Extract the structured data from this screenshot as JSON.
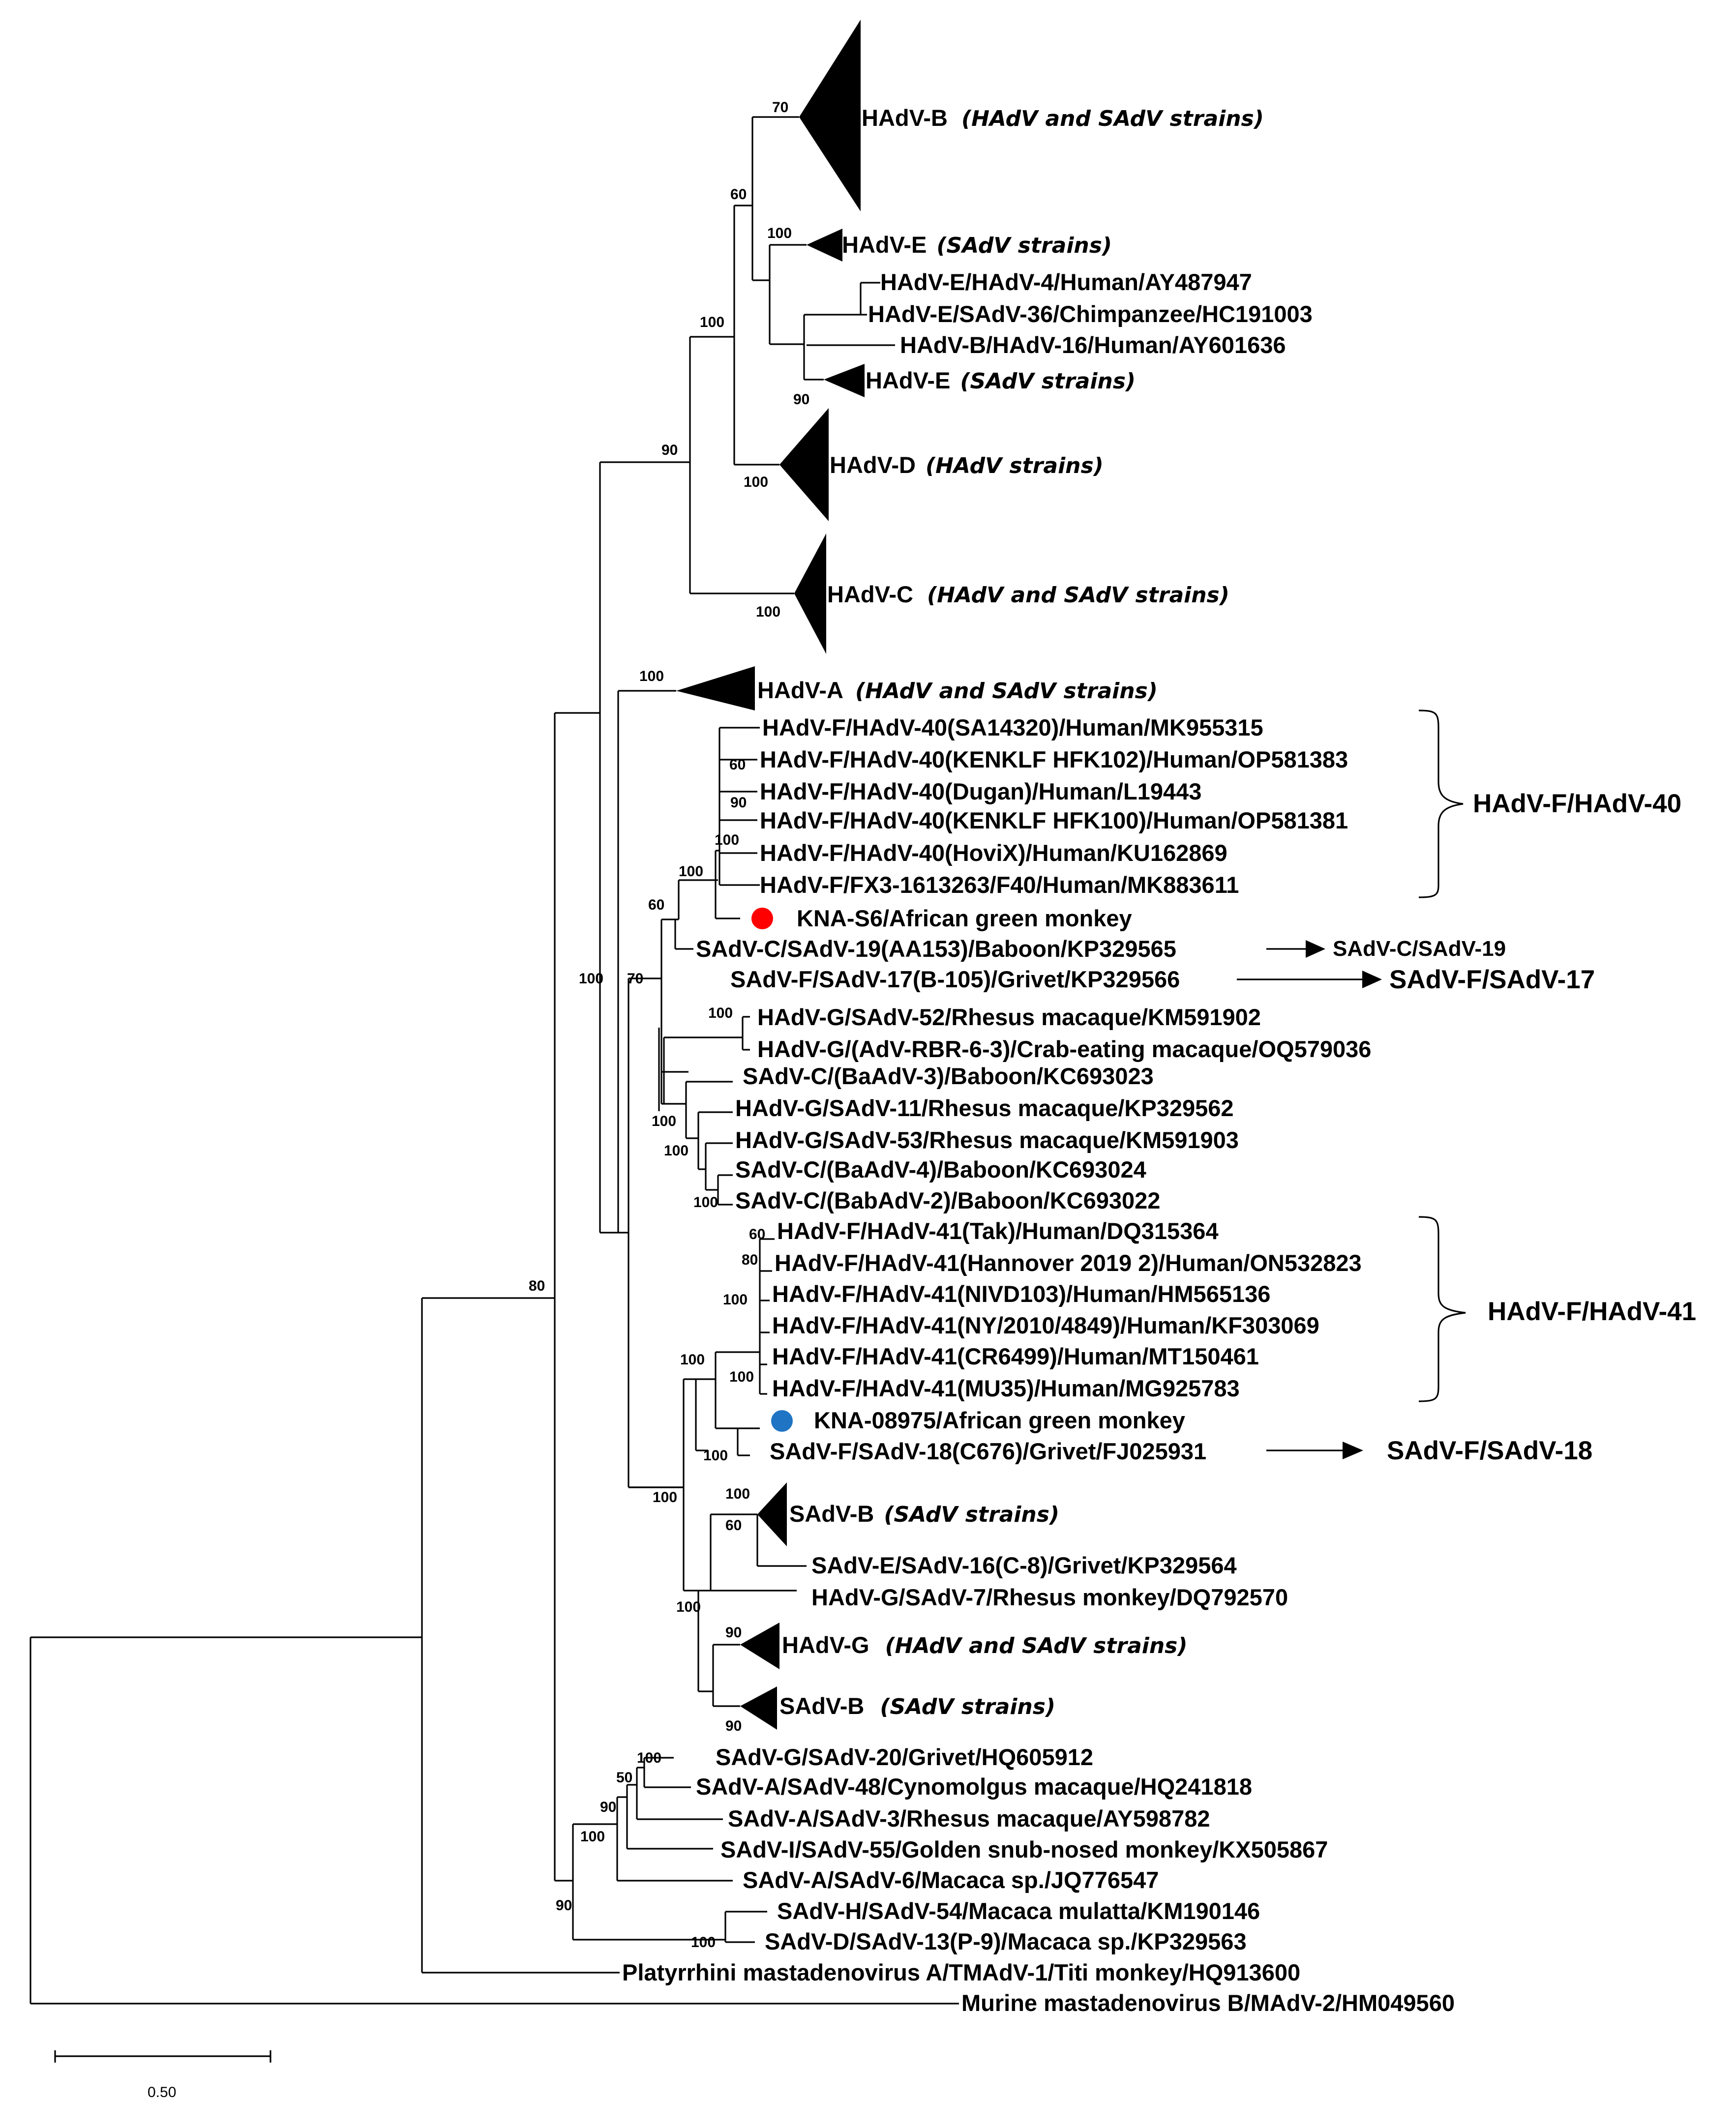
{
  "clades": {
    "hadv_b": {
      "name": "HAdV-B",
      "note": "(HAdV and SAdV strains)"
    },
    "hadv_e1": {
      "name": "HAdV-E",
      "note": "(SAdV strains)"
    },
    "hadv_e2": {
      "name": "HAdV-E",
      "note": "(SAdV strains)"
    },
    "hadv_d": {
      "name": "HAdV-D",
      "note": "(HAdV strains)"
    },
    "hadv_c": {
      "name": "HAdV-C",
      "note": "(HAdV and SAdV strains)"
    },
    "hadv_a": {
      "name": "HAdV-A",
      "note": "(HAdV and SAdV strains)"
    },
    "sadv_b1": {
      "name": "SAdV-B",
      "note": "(SAdV strains)"
    },
    "hadv_g": {
      "name": "HAdV-G",
      "note": "(HAdV and SAdV strains)"
    },
    "sadv_b2": {
      "name": "SAdV-B",
      "note": "(SAdV strains)"
    }
  },
  "taxa": {
    "t_e4": "HAdV-E/HAdV-4/Human/AY487947",
    "t_e36": "HAdV-E/SAdV-36/Chimpanzee/HC191003",
    "t_b16": "HAdV-B/HAdV-16/Human/AY601636",
    "t_f40a": "HAdV-F/HAdV-40(SA14320)/Human/MK955315",
    "t_f40b": "HAdV-F/HAdV-40(KENKLF HFK102)/Human/OP581383",
    "t_f40c": "HAdV-F/HAdV-40(Dugan)/Human/L19443",
    "t_f40d": "HAdV-F/HAdV-40(KENKLF HFK100)/Human/OP581381",
    "t_f40e": "HAdV-F/HAdV-40(HoviX)/Human/KU162869",
    "t_f40f": "HAdV-F/FX3-1613263/F40/Human/MK883611",
    "t_kna_s6": "KNA-S6/African green monkey",
    "t_c19": "SAdV-C/SAdV-19(AA153)/Baboon/KP329565",
    "t_f17": "SAdV-F/SAdV-17(B-105)/Grivet/KP329566",
    "t_g52": "HAdV-G/SAdV-52/Rhesus macaque/KM591902",
    "t_grbr": "HAdV-G/(AdV-RBR-6-3)/Crab-eating macaque/OQ579036",
    "t_ba3": "SAdV-C/(BaAdV-3)/Baboon/KC693023",
    "t_g11": "HAdV-G/SAdV-11/Rhesus macaque/KP329562",
    "t_g53": "HAdV-G/SAdV-53/Rhesus macaque/KM591903",
    "t_ba4": "SAdV-C/(BaAdV-4)/Baboon/KC693024",
    "t_bab2": "SAdV-C/(BabAdV-2)/Baboon/KC693022",
    "t_f41a": "HAdV-F/HAdV-41(Tak)/Human/DQ315364",
    "t_f41b": "HAdV-F/HAdV-41(Hannover 2019 2)/Human/ON532823",
    "t_f41c": "HAdV-F/HAdV-41(NIVD103)/Human/HM565136",
    "t_f41d": "HAdV-F/HAdV-41(NY/2010/4849)/Human/KF303069",
    "t_f41e": "HAdV-F/HAdV-41(CR6499)/Human/MT150461",
    "t_f41f": "HAdV-F/HAdV-41(MU35)/Human/MG925783",
    "t_kna_08975": "KNA-08975/African green monkey",
    "t_f18": "SAdV-F/SAdV-18(C676)/Grivet/FJ025931",
    "t_e16": "SAdV-E/SAdV-16(C-8)/Grivet/KP329564",
    "t_g7": "HAdV-G/SAdV-7/Rhesus monkey/DQ792570",
    "t_g20": "SAdV-G/SAdV-20/Grivet/HQ605912",
    "t_a48": "SAdV-A/SAdV-48/Cynomolgus macaque/HQ241818",
    "t_a3": "SAdV-A/SAdV-3/Rhesus macaque/AY598782",
    "t_i55": "SAdV-I/SAdV-55/Golden snub-nosed monkey/KX505867",
    "t_a6": "SAdV-A/SAdV-6/Macaca sp./JQ776547",
    "t_h54": "SAdV-H/SAdV-54/Macaca mulatta/KM190146",
    "t_d13": "SAdV-D/SAdV-13(P-9)/Macaca sp./KP329563",
    "t_tmadv": "Platyrrhini mastadenovirus A/TMAdV-1/Titi monkey/HQ913600",
    "t_madv": "Murine mastadenovirus B/MAdV-2/HM049560"
  },
  "groups": {
    "hadv40": "HAdV-F/HAdV-40",
    "hadv41": "HAdV-F/HAdV-41",
    "sadv19": "SAdV-C/SAdV-19",
    "sadv17": "SAdV-F/SAdV-17",
    "sadv18": "SAdV-F/SAdV-18"
  },
  "bootstrap": {
    "b70_b": "70",
    "b60_be": "60",
    "b100_e1": "100",
    "b90_e2": "90",
    "b100_bed": "100",
    "b100_d": "100",
    "b90_top": "90",
    "b100_c": "100",
    "b100_a": "100",
    "b60_f40": "60",
    "b90_f40": "90",
    "b100_f40in": "100",
    "b100_f40": "100",
    "b60_c19": "60",
    "b70_f17": "70",
    "b100_g52": "100",
    "b100_g11": "100",
    "b100_g53": "100",
    "b100_bab": "100",
    "b100_mid": "100",
    "b80_root": "80",
    "b60_f41a": "60",
    "b80_f41b": "80",
    "b100_f41c": "100",
    "b100_f41d": "100",
    "b100_f41": "100",
    "b100_f18": "100",
    "b100_sb1": "100",
    "b60_e16": "60",
    "b100_f41grp": "100",
    "b100_g7": "100",
    "b90_g": "90",
    "b90_sb2": "90",
    "b100_g20": "100",
    "b50_a48": "50",
    "b90_a3": "90",
    "b100_i55": "100",
    "b100_h54": "100",
    "b90_sadv": "90"
  },
  "markers": {
    "kna_s6_color": "#ff0000",
    "kna_08975_color": "#1f74c4"
  },
  "scale": {
    "label": "0.50"
  }
}
